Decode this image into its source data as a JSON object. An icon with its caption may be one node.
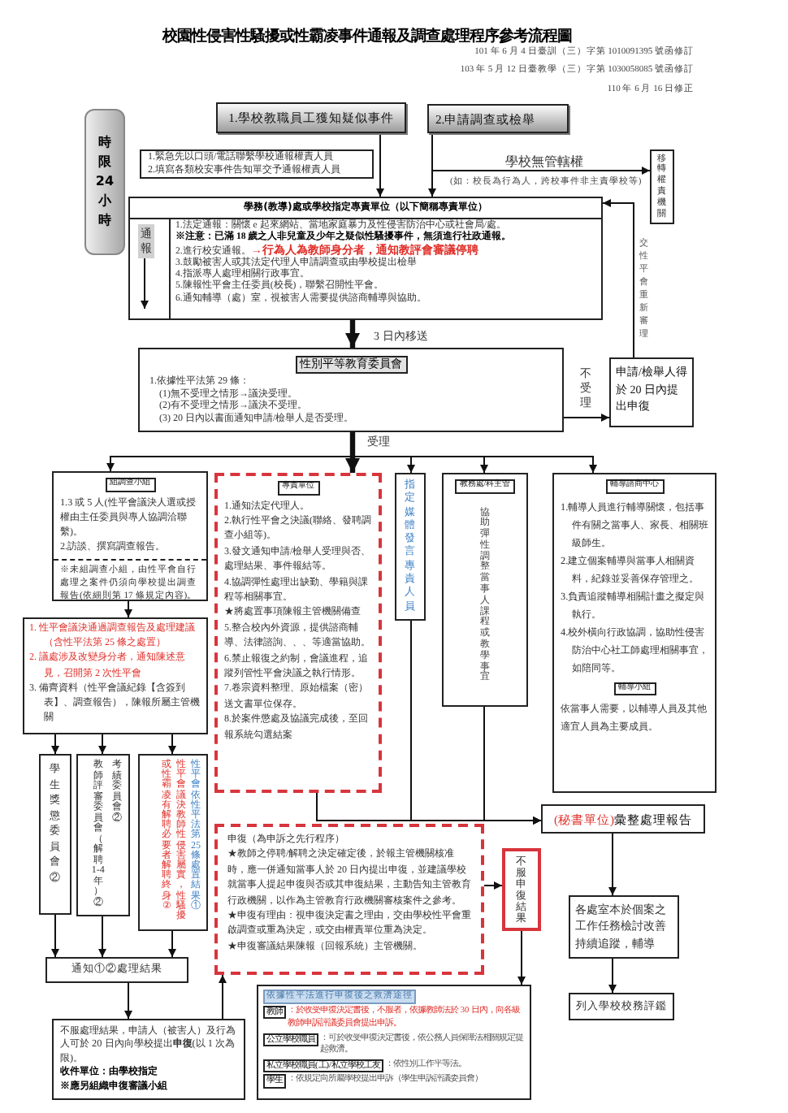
{
  "diagram": {
    "title": "校園性侵害性騷擾或性霸凌事件通報及調查處理程序參考流程圖",
    "nodes": [
      {
        "text": [
          "時限24小時"
        ]
      },
      {
        "text": [
          "1.學校教職員工獲知疑似事件"
        ]
      },
      {
        "text": [
          "2.申請調查或檢舉"
        ]
      },
      {
        "text": [
          "1.緊急先以口頭/電話聯繫學校通報權責人員",
          "2.填寫各類校安事件告知單交予通報權責人員"
        ]
      },
      {
        "text": [
          "移轉權責機關"
        ]
      },
      {
        "text": [
          "學務(教導)處或學校指定專責單位（以下簡稱專責單位）",
          "1.法定通報：關懷 e 起來網站、當地家庭暴力及性侵害防治中心或社會局/處。",
          "※注意：已滿 18 歲之人非兒童及少年之疑似性騷擾事件，無須進行社政通報。",
          "2.進行校安通報。",
          "→行為人為教師身分者，通知教評會審議停聘",
          "3.鼓勵被害人或其法定代理人申請調查或由學校提出檢舉",
          "4.指派專人處理相關行政事宜。",
          "5.陳報性平會主任委員(校長)，聯繫召開性平會。",
          "6.通知輔導（處）室，視被害人需要提供諮商輔導與協助。"
        ]
      },
      {
        "text": [
          "性別平等教育委員會",
          "1.依據性平法第 29 條：",
          "(1)無不受理之情形→議決受理。",
          "(2)有不受理之情形→議決不受理。",
          "(3) 20 日內以書面通知申請/檢舉人是否受理。"
        ]
      },
      {
        "text": [
          "申請/檢舉人得於 20 日內提出申復"
        ]
      },
      {
        "text": [
          "組調查小組",
          "1.3 或 5 人(性平會議決人選或授權由主任委員與專人協調洽聯繫)。",
          "2.訪談、撰寫調查報告。",
          "※未組調查小組，由性平會自行處理之案件仍須向學校提出調查報告(依細則第 17 條規定內容)。"
        ]
      },
      {
        "text": [
          "專責單位",
          "1.通知法定代理人。",
          "2.執行性平會之決議(聯絡、發聘調查小組等)。",
          "3.發文通知申請/檢舉人受理與否、處理結果、事件報結等。",
          "4.協調彈性處理出缺勤、學籍與課程等相關事宜。",
          "★將處置事項陳報主管機關備查",
          "5.整合校內外資源，提供諮商輔導、法律諮詢、、、等適當協助。",
          "6.禁止報復之約制，會議進程，追蹤列管性平會決議之執行情形。",
          "7.卷宗資料整理、原始檔案（密）送文書單位保存。",
          "8.於案件懲處及協議完成後，至回報系統勾選結案"
        ]
      },
      {
        "text": [
          "指定媒體發言專責人員"
        ]
      },
      {
        "text": [
          "教務處/科主管",
          "協助彈性調整當事人課程或教學事宜"
        ]
      },
      {
        "text": [
          "輔導諮商中心",
          "1.輔導人員進行輔導關懷，包括事件有關之當事人、家長、相關班級師生。",
          "2.建立個案輔導與當事人相關資料，紀錄並妥善保存管理之。",
          "3.負責追蹤輔導相關計畫之擬定與執行。",
          "4.校外橫向行政協調，協助性侵害防治中心社工師處理相關事宜，如陪同等。",
          "輔導小組",
          "依當事人需要，以輔導人員及其他適宜人員為主要成員。"
        ]
      },
      {
        "text": [
          "1. 性平會議決通過調查報告及處理建議（含性平法第 25 條之處置）",
          "2. 議處涉及改變身分者，通知陳述意見，召開第 2 次性平會",
          "3. 備齊資料（性平會議紀錄【含簽到表】、調查報告），陳報所屬主管機關"
        ]
      },
      {
        "text": [
          "學生獎懲委員會②"
        ]
      },
      {
        "text": [
          "教師評審委員會（解聘1-4年）②",
          "考績委員會②"
        ]
      },
      {
        "text": [
          "性平會議決教師性侵害屬實，性騷擾或性霸凌有解聘必要者解聘終身②",
          "性平會依性平法第 25 條處置結果①"
        ]
      },
      {
        "text": [
          "通知①②處理結果"
        ]
      },
      {
        "text": [
          "不服處理結果，申請人（被害人）及行為人可於 20 日內向學校提出**申復**(以 1 次為限)。",
          "收件單位：由學校指定",
          "※應另組織申復審議小組"
        ]
      },
      {
        "text": [
          "申復（為申訴之先行程序）",
          "★教師之停聘/解聘之決定確定後，於報主管機關核准時，應一併通知當事人於 20 日內提出申復，並建議學校就當事人提起申復與否或其申復結果，主動告知主管教育行政機關，以作為主管教育行政機關審核案件之參考。",
          "★申復有理由：視申復決定書之理由，交由學校性平會重啟調查或重為決定，或交由權責單位重為決定。",
          "★申復審議結果陳報（回報系統）主管機關。"
        ]
      },
      {
        "text": [
          "不服申復結果"
        ]
      },
      {
        "text": [
          "依據性平法進行申復後之救濟途徑",
          "教師",
          "：於收受申復決定書後，不服者，依據教師法於 30 日內，向各級教師申訴評議委員會提出申訴。",
          "公立學校職員",
          "：可於收受申復決定書後，依公務人員保障法相關規定提起救濟。",
          "私立學校職員(工)/私立學校工友",
          "：依性別工作平等法。",
          "學生",
          "：依規定向所屬學校提出申訴（學生申訴評議委員會）"
        ]
      },
      {
        "text": [
          "(秘書單位)",
          "彙整處理報告"
        ]
      },
      {
        "text": [
          "各處室本於個案之工作任務檢討改善持續追蹤，輔導"
        ]
      },
      {
        "text": [
          "列入學校校務評鑑"
        ]
      },
      {
        "text": [
          "通報"
        ],
        "in": 5
      }
    ],
    "edges": [
      {
        "from": 1,
        "to": 5,
        "arrow": "to"
      },
      {
        "from": 2,
        "to": 5,
        "arrow": "to"
      },
      {
        "from": 2,
        "to": 4,
        "arrow": "to",
        "label": "學校無管轄權"
      },
      {
        "from": 5,
        "to": 6,
        "arrow": "to",
        "label": "3 日內移送",
        "style": "thick"
      },
      {
        "from": 6,
        "to": 7,
        "arrow": "to",
        "label": "不受理"
      },
      {
        "from": 7,
        "to": 5,
        "arrow": "to",
        "label": "交性平會重新審理"
      },
      {
        "from": 6,
        "to": 8,
        "arrow": "to"
      },
      {
        "from": 6,
        "to": 9,
        "arrow": "to",
        "label": "受理",
        "style": "thick"
      },
      {
        "from": 6,
        "to": 10,
        "arrow": "to"
      },
      {
        "from": 6,
        "to": 11,
        "arrow": "to"
      },
      {
        "from": 6,
        "to": 12,
        "arrow": "to"
      },
      {
        "from": 8,
        "to": 13,
        "arrow": "to"
      },
      {
        "from": 13,
        "to": 14,
        "arrow": "to"
      },
      {
        "from": 13,
        "to": 15,
        "arrow": "to"
      },
      {
        "from": 13,
        "to": 16,
        "arrow": "to"
      },
      {
        "from": 14,
        "to": 17,
        "arrow": "to"
      },
      {
        "from": 15,
        "to": 17,
        "arrow": "to"
      },
      {
        "from": 16,
        "to": 17,
        "arrow": "to"
      },
      {
        "from": 17,
        "to": 18,
        "arrow": "to"
      },
      {
        "from": 18,
        "to": 19,
        "arrow": "to"
      },
      {
        "from": 19,
        "to": 20,
        "arrow": "to"
      },
      {
        "from": 20,
        "to": 21,
        "arrow": "to"
      },
      {
        "from": 9,
        "to": 22,
        "arrow": "to"
      },
      {
        "from": 10,
        "to": 22,
        "arrow": "to"
      },
      {
        "from": 11,
        "to": 22,
        "arrow": "to"
      },
      {
        "from": 22,
        "to": 23,
        "arrow": "to"
      },
      {
        "from": 23,
        "to": 24,
        "arrow": "to"
      },
      {
        "from": 25,
        "to": null,
        "arrow": "to"
      }
    ],
    "labels": [
      "101 年 6 月 4 日臺訓（三）字第 1010091395 號函修訂",
      "103 年 5 月 12 日臺教學（三）字第 1030058085 號函修訂",
      "110 年 6 月 16 日修正",
      "(如：校長為行為人，跨校事件非主責學校等)"
    ]
  }
}
